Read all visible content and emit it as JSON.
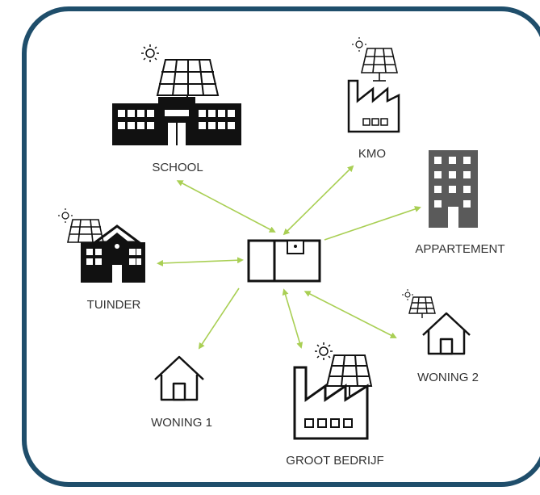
{
  "nodes": {
    "school": "SCHOOL",
    "kmo": "KMO",
    "appartement": "APPARTEMENT",
    "tuinder": "TUINDER",
    "woning1": "WONING 1",
    "woning2": "WONING 2",
    "groot_bedrijf": "GROOT BEDRIJF"
  },
  "colors": {
    "frame": "#1f4e6b",
    "arrow": "#a9cf54",
    "icon": "#111111",
    "apartment": "#5a5a5a"
  },
  "icons": {
    "hub": "battery-cabinet-icon",
    "school": "school-building-icon",
    "kmo": "factory-icon",
    "appartement": "apartment-building-icon",
    "tuinder": "farmhouse-icon",
    "woning1": "house-icon",
    "woning2": "house-icon",
    "groot_bedrijf": "factory-icon",
    "solar": "solar-panel-icon",
    "sun": "sun-icon"
  }
}
